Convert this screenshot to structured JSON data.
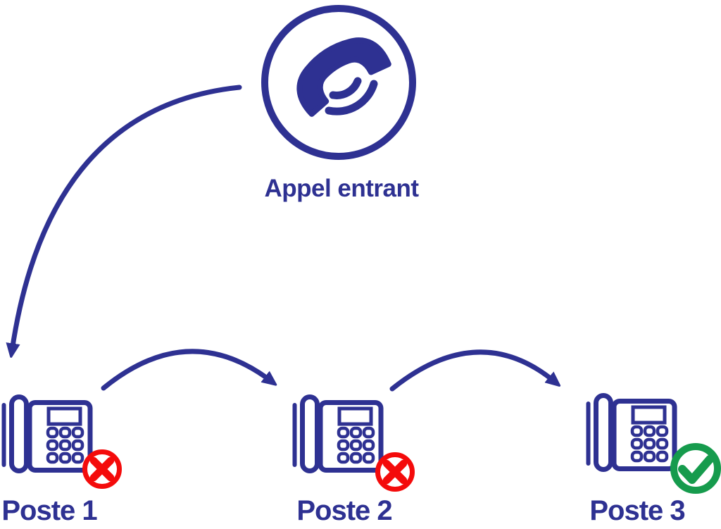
{
  "colors": {
    "primary": "#2e3192",
    "error": "#f40b0b",
    "success": "#169b4d",
    "background": "#ffffff"
  },
  "incoming_call": {
    "label": "Appel entrant",
    "icon": "ringing-handset-icon"
  },
  "extensions": [
    {
      "label": "Poste 1",
      "icon": "desk-phone-icon",
      "status": "not-answered",
      "badge": "x-circle-icon"
    },
    {
      "label": "Poste 2",
      "icon": "desk-phone-icon",
      "status": "not-answered",
      "badge": "x-circle-icon"
    },
    {
      "label": "Poste 3",
      "icon": "desk-phone-icon",
      "status": "answered",
      "badge": "check-circle-icon"
    }
  ],
  "flow": [
    {
      "from": "Appel entrant",
      "to": "Poste 1"
    },
    {
      "from": "Poste 1",
      "to": "Poste 2"
    },
    {
      "from": "Poste 2",
      "to": "Poste 3"
    }
  ]
}
